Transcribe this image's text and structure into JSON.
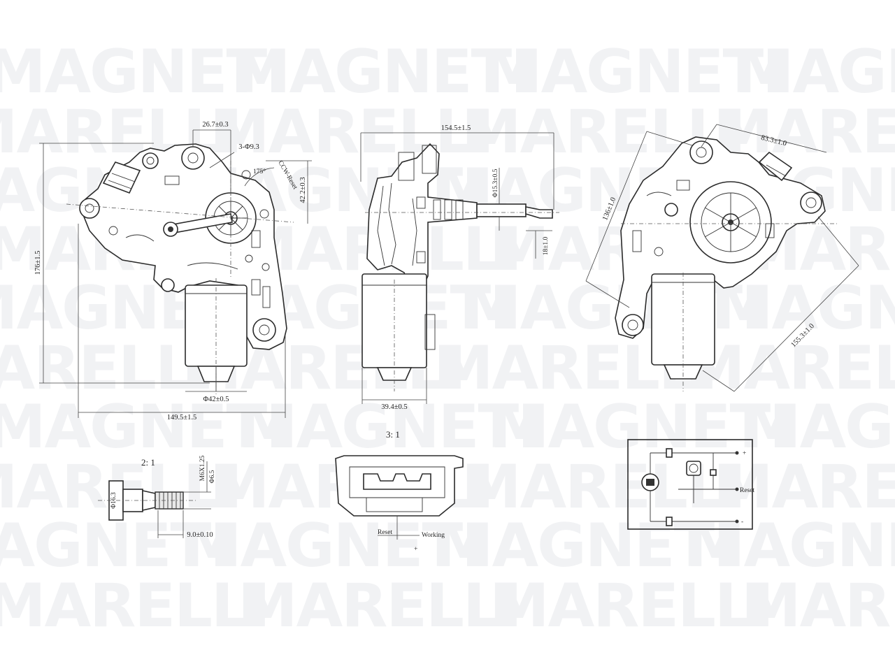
{
  "watermark": {
    "line_a": "MAGNETI",
    "line_b": "MARELLI"
  },
  "views": {
    "front": {
      "dim_top": "26.7±0.3",
      "dim_bore": "3-Φ9.3",
      "dim_angle": "175°",
      "dim_ccw": "CCW-Reset",
      "dim_side": "42.2±0.3",
      "dim_height": "176±1.5",
      "dim_motor_dia": "Φ42±0.5",
      "dim_width": "149.5±1.5"
    },
    "side": {
      "dim_top": "154.5±1.5",
      "dim_shaft": "Φ15.3±0.5",
      "dim_spline": "18±1.0",
      "dim_motor": "39.4±0.5"
    },
    "rear": {
      "dim_top": "83.3±1.0",
      "dim_left": "136±1.0",
      "dim_diag": "155.3±1.0"
    },
    "detail_shaft": {
      "scale": "2: 1",
      "dim_left": "Φ16.3",
      "dim_thread": "M6X1.25",
      "dim_dia": "Φ6.5",
      "dim_len": "9.0±0.10"
    },
    "connector": {
      "scale": "3: 1",
      "label_reset": "Reset",
      "label_working": "Working",
      "label_plus": "+"
    },
    "schematic": {
      "label_plus": "+",
      "label_reset": "Reset",
      "label_minus": "-"
    }
  }
}
